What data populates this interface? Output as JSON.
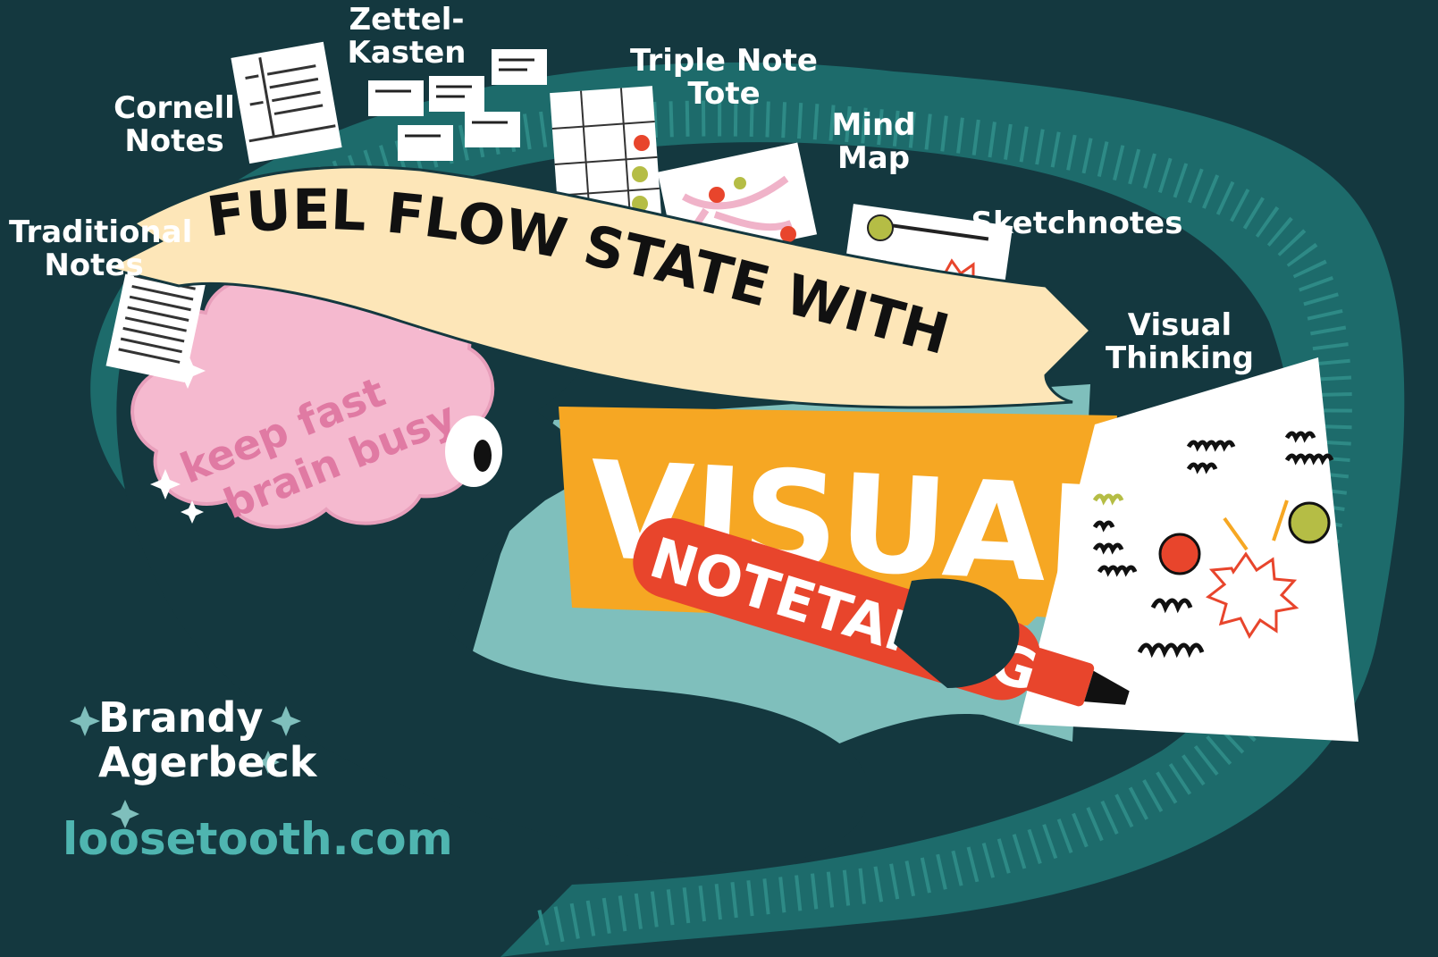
{
  "headline": {
    "line1": "FUEL FLOW STATE WITH",
    "line2": "VISUAL",
    "line3": "NOTETAKING"
  },
  "brain_text": {
    "line1": "keep fast",
    "line2": "brain busy"
  },
  "note_methods": [
    "Traditional Notes",
    "Cornell Notes",
    "Zettel-Kasten",
    "Triple Note Tote",
    "Mind Map",
    "Sketchnotes",
    "Visual Thinking"
  ],
  "labels": {
    "traditional": [
      "Traditional",
      "Notes"
    ],
    "cornell": [
      "Cornell",
      "Notes"
    ],
    "zettel": [
      "Zettel-",
      "Kasten"
    ],
    "triple": [
      "Triple Note",
      "Tote"
    ],
    "mindmap": [
      "Mind",
      "Map"
    ],
    "sketchnotes": [
      "Sketchnotes"
    ],
    "visual_thinking": [
      "Visual",
      "Thinking"
    ]
  },
  "credit": {
    "name_line1": "Brandy",
    "name_line2": "Agerbeck",
    "website": "loosetooth.com"
  },
  "colors": {
    "background": "#14383f",
    "teal_swoosh": "#1d6b6b",
    "teal_light": "#7fbfbc",
    "banner": "#fde6b8",
    "orange": "#f6a723",
    "red_marker": "#e8452c",
    "brain_pink": "#f5b9cf",
    "website_teal": "#4fb5b0"
  }
}
